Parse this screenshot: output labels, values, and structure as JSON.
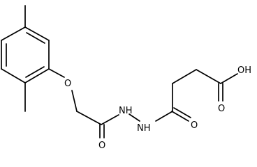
{
  "diagram": {
    "type": "chemical-structure",
    "atom_labels": {
      "ether_oxygen": "O",
      "hydrazide_nh_left": "NH",
      "hydrazide_nh_right": "NH",
      "carbonyl_oxygen_left": "O",
      "carbonyl_oxygen_right": "O",
      "acid_carbonyl_oxygen": "O",
      "acid_hydroxyl": "OH"
    },
    "colors": {
      "bond": "#000000",
      "label": "#000000",
      "background": "#ffffff"
    }
  }
}
